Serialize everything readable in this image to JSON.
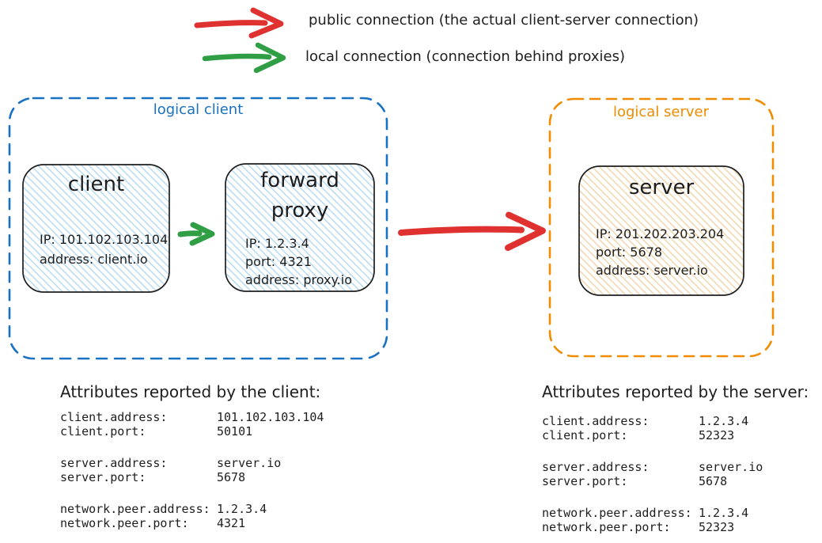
{
  "colors": {
    "public": "#e03131",
    "local": "#2f9e44",
    "logical_client": "#1971c2",
    "logical_server": "#f08c00",
    "node_stroke": "#1e1e1e",
    "hatch_blue": "#b3d9f2",
    "hatch_orange": "#f0d4a8",
    "text": "#1e1e1e"
  },
  "legend": {
    "public_label": "public connection (the actual client-server connection)",
    "local_label": "local connection (connection behind proxies)"
  },
  "logical_client": {
    "label": "logical client",
    "client_node": {
      "title": "client",
      "ip": "IP: 101.102.103.104",
      "address": "address: client.io"
    },
    "proxy_node": {
      "title_line1": "forward",
      "title_line2": "proxy",
      "ip": "IP: 1.2.3.4",
      "port": "port: 4321",
      "address": "address: proxy.io"
    }
  },
  "logical_server": {
    "label": "logical server",
    "server_node": {
      "title": "server",
      "ip": "IP: 201.202.203.204",
      "port": "port: 5678",
      "address": "address: server.io"
    }
  },
  "client_attributes": {
    "title": "Attributes reported by the client:",
    "rows": [
      {
        "key": "client.address:",
        "value": "101.102.103.104"
      },
      {
        "key": "client.port:",
        "value": "50101"
      },
      {
        "key": "server.address:",
        "value": "server.io"
      },
      {
        "key": "server.port:",
        "value": "5678"
      },
      {
        "key": "network.peer.address:",
        "value": "1.2.3.4"
      },
      {
        "key": "network.peer.port:",
        "value": "4321"
      }
    ]
  },
  "server_attributes": {
    "title": "Attributes reported by the server:",
    "rows": [
      {
        "key": "client.address:",
        "value": "1.2.3.4"
      },
      {
        "key": "client.port:",
        "value": "52323"
      },
      {
        "key": "server.address:",
        "value": "server.io"
      },
      {
        "key": "server.port:",
        "value": "5678"
      },
      {
        "key": "network.peer.address:",
        "value": "1.2.3.4"
      },
      {
        "key": "network.peer.port:",
        "value": "52323"
      }
    ]
  }
}
